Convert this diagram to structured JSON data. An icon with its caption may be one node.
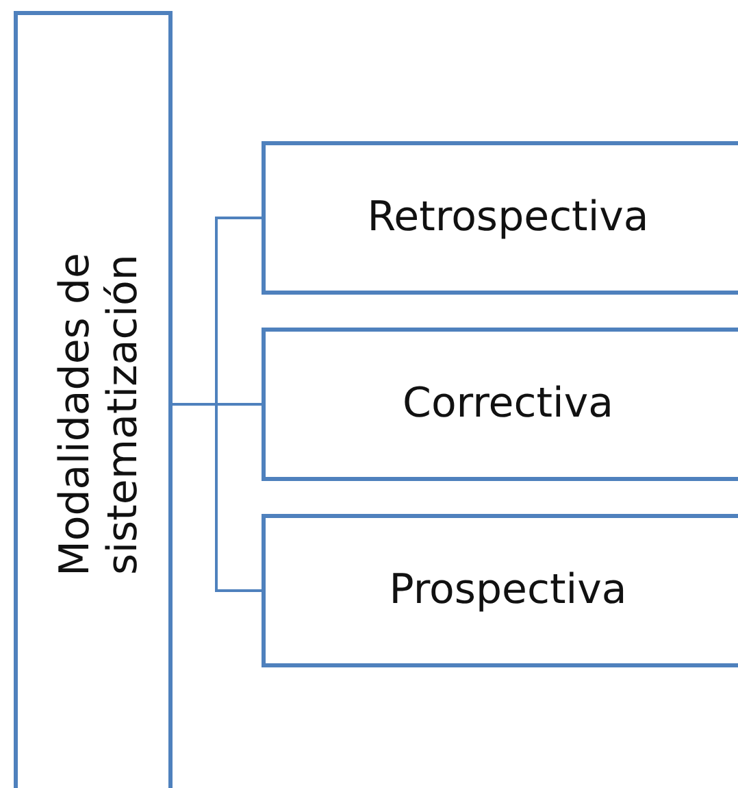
{
  "diagram": {
    "nodes": [
      {
        "text": [
          "Modalidades de sistematización"
        ]
      },
      {
        "text": [
          "Retrospectiva"
        ]
      },
      {
        "text": [
          "Correctiva"
        ]
      },
      {
        "text": [
          "Prospectiva"
        ]
      }
    ],
    "edges": [
      {
        "from": 0,
        "to": 1,
        "arrow": "none"
      },
      {
        "from": 0,
        "to": 2,
        "arrow": "none"
      },
      {
        "from": 0,
        "to": 3,
        "arrow": "none"
      }
    ]
  }
}
